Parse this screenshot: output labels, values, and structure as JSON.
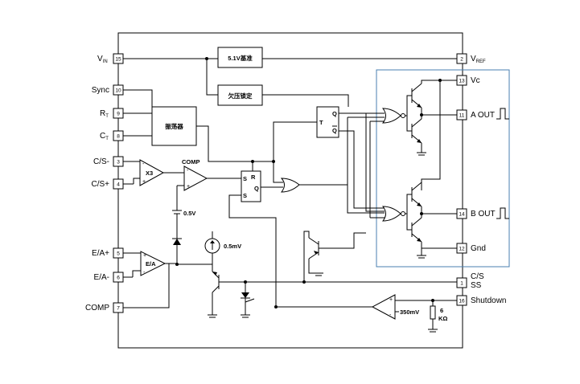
{
  "pins_left": [
    {
      "label": "V",
      "sub": "IN",
      "num": "15"
    },
    {
      "label": "Sync",
      "sub": "",
      "num": "10"
    },
    {
      "label": "R",
      "sub": "T",
      "num": "9"
    },
    {
      "label": "C",
      "sub": "T",
      "num": "8"
    },
    {
      "label": "C/S-",
      "sub": "",
      "num": "3"
    },
    {
      "label": "C/S+",
      "sub": "",
      "num": "4"
    },
    {
      "label": "E/A+",
      "sub": "",
      "num": "5"
    },
    {
      "label": "E/A-",
      "sub": "",
      "num": "6"
    },
    {
      "label": "COMP",
      "sub": "",
      "num": "7"
    }
  ],
  "pins_right": [
    {
      "label": "V",
      "sub": "REF",
      "num": "2"
    },
    {
      "label": "Vc",
      "sub": "",
      "num": "13"
    },
    {
      "label": "A OUT",
      "sub": "",
      "num": "11"
    },
    {
      "label": "B OUT",
      "sub": "",
      "num": "14"
    },
    {
      "label": "Gnd",
      "sub": "",
      "num": "12"
    },
    {
      "label": "C/S",
      "sub": "",
      "num": "1"
    },
    {
      "label": "SS",
      "sub": "",
      "num": ""
    },
    {
      "label": "Shutdown",
      "sub": "",
      "num": "16"
    }
  ],
  "blocks": {
    "ref": "5.1V基准",
    "uvlo": "欠压锁定",
    "osc": "振荡器",
    "x3": "X3",
    "comp_label": "COMP",
    "ea": "E/A",
    "sr_s": "S",
    "sr_r": "R",
    "sr_s2": "S",
    "sr_q": "Q",
    "ff_t": "T",
    "ff_q": "Q",
    "ff_qb": "Q"
  },
  "annotations": {
    "v05": "0.5V",
    "mv05": "0.5mV",
    "mv350": "350mV",
    "res_val": "6",
    "res_unit": "KΩ",
    "plus": "+",
    "minus": "-"
  }
}
